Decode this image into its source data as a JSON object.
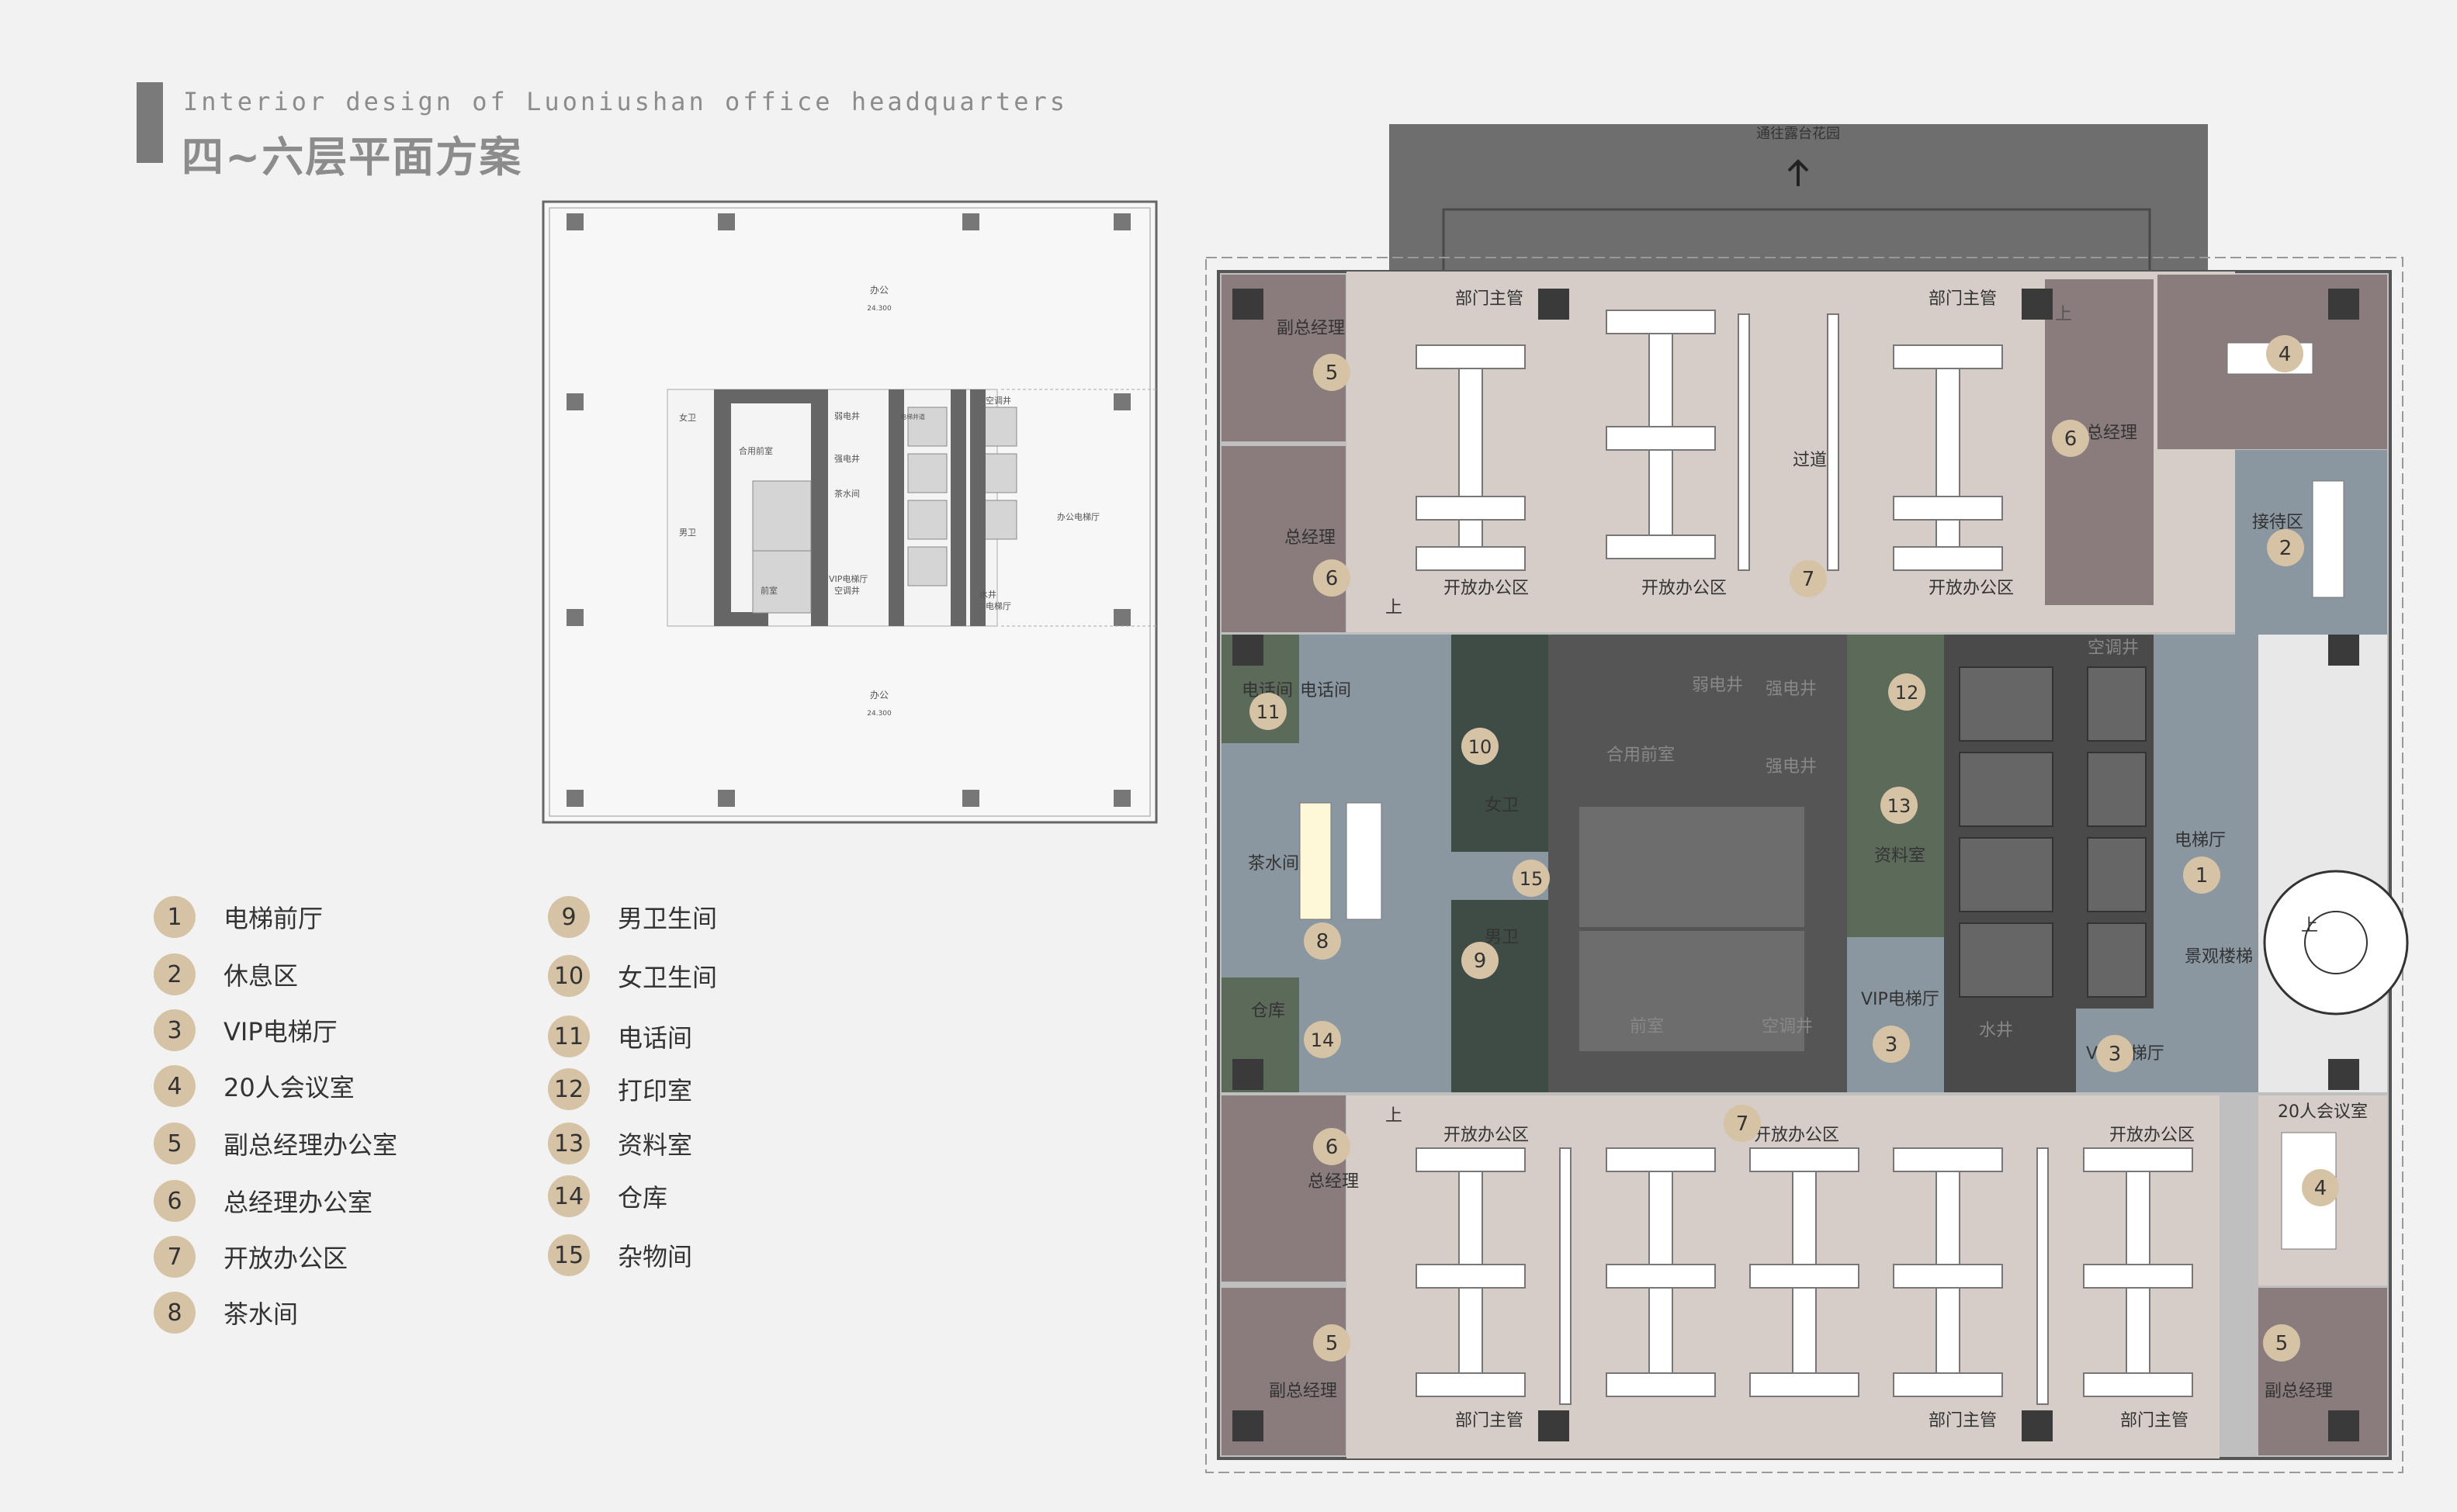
{
  "header": {
    "subtitle_en": "Interior design of Luoniushan office headquarters",
    "title_cn": "四~六层平面方案"
  },
  "colors": {
    "background": "#f2f2f2",
    "open_office": "#d6ccc8",
    "executive_office": "#8a7b7c",
    "core_dark": "#555555",
    "lobby_blue": "#8a96a0",
    "service_green": "#5c6a5a",
    "marker_fill": "#d6c3a5"
  },
  "key_plan": {
    "label_top": "办公",
    "label_bottom": "办公",
    "level_top": "24.300",
    "level_bottom": "24.300",
    "rooms": {
      "women_wc": "女卫",
      "men_wc": "男卫",
      "shared_front": "合用前室",
      "strong_shaft": "强电井",
      "weak_shaft": "弱电井",
      "tea_room": "茶水间",
      "vip_elevator": "VIP电梯厅",
      "front_room": "前室",
      "ac_room": "空调井",
      "water_shaft": "水井",
      "elevator_hall": "电梯厅",
      "office_hall": "办公电梯厅",
      "elevator_label": "电梯井道",
      "ac_top": "空调井"
    }
  },
  "plan": {
    "top_note": "通往露台花园",
    "room_labels": {
      "dept_head_tl": "部门主管",
      "dept_head_tr": "部门主管",
      "deputy_gm_tl": "副总经理",
      "gm_tl": "总经理",
      "gm_tr": "总经理",
      "open_tl": "开放办公区",
      "open_tm": "开放办公区",
      "open_tr": "开放办公区",
      "corridor": "过道",
      "reception": "接待区",
      "phone_a": "电话间",
      "phone_b": "电话间",
      "tea_room": "茶水间",
      "storage": "仓库",
      "women": "女卫",
      "men": "男卫",
      "shared_front": "合用前室",
      "weak_shaft": "弱电井",
      "strong_shaft": "强电井",
      "stair_front": "前室",
      "ac_shaft": "空调井",
      "ac_shaft_2": "空调井",
      "records": "资料室",
      "vip_hall": "VIP电梯厅",
      "vip_hall_2": "VIP电梯厅",
      "water_shaft": "水井",
      "elevator_hall": "电梯厅",
      "scenic_stair": "景观楼梯",
      "meeting_20": "20人会议室",
      "open_bl": "开放办公区",
      "open_bm": "开放办公区",
      "open_br": "开放办公区",
      "gm_bl": "总经理",
      "deputy_gm_bl": "副总经理",
      "deputy_gm_br": "副总经理",
      "dept_head_bl": "部门主管",
      "dept_head_bm": "部门主管",
      "dept_head_br": "部门主管",
      "up_a": "上",
      "up_b": "上",
      "up_c": "上",
      "up_d": "上"
    },
    "markers": {
      "m1": "1",
      "m2": "2",
      "m3a": "3",
      "m3b": "3",
      "m4a": "4",
      "m4b": "4",
      "m5a": "5",
      "m5b": "5",
      "m5c": "5",
      "m6a": "6",
      "m6b": "6",
      "m6c": "6",
      "m7a": "7",
      "m7b": "7",
      "m8": "8",
      "m9": "9",
      "m10": "10",
      "m11": "11",
      "m12": "12",
      "m13": "13",
      "m14": "14",
      "m15": "15"
    }
  },
  "legend": [
    {
      "num": "1",
      "label": "电梯前厅"
    },
    {
      "num": "2",
      "label": "休息区"
    },
    {
      "num": "3",
      "label": "VIP电梯厅"
    },
    {
      "num": "4",
      "label": "20人会议室"
    },
    {
      "num": "5",
      "label": "副总经理办公室"
    },
    {
      "num": "6",
      "label": "总经理办公室"
    },
    {
      "num": "7",
      "label": "开放办公区"
    },
    {
      "num": "8",
      "label": "茶水间"
    },
    {
      "num": "9",
      "label": "男卫生间"
    },
    {
      "num": "10",
      "label": "女卫生间"
    },
    {
      "num": "11",
      "label": "电话间"
    },
    {
      "num": "12",
      "label": "打印室"
    },
    {
      "num": "13",
      "label": "资料室"
    },
    {
      "num": "14",
      "label": "仓库"
    },
    {
      "num": "15",
      "label": "杂物间"
    }
  ]
}
